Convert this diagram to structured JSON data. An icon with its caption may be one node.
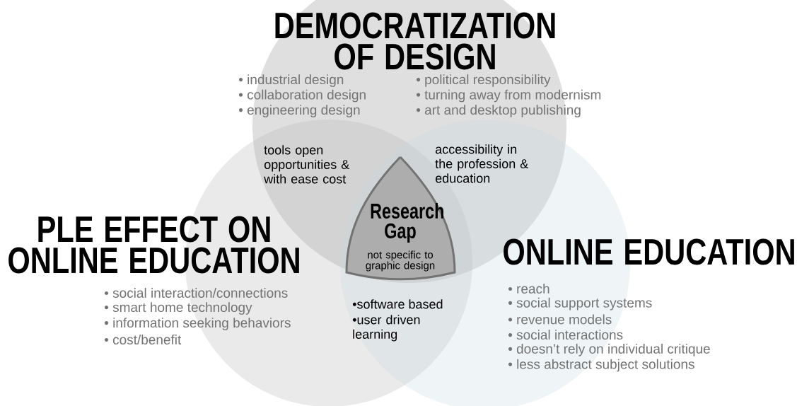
{
  "diagram": {
    "nodes": [
      {
        "text": [
          "DEMOCRATIZATION OF DESIGN",
          "• industrial design",
          "• collaboration design",
          "• engineering design",
          "• political responsibility",
          "• turning away from modernism",
          "• art and desktop publishing"
        ]
      },
      {
        "text": [
          "PLE EFFECT ON ONLINE EDUCATION",
          "• social interaction/connections",
          "• smart home technology",
          "• information seeking behaviors",
          "• cost/benefit"
        ]
      },
      {
        "text": [
          "ONLINE EDUCATION",
          "• reach",
          "• social support systems",
          "• revenue models",
          "• social interactions",
          "• doesn’t rely on individual critique",
          "• less abstract subject solutions"
        ]
      },
      {
        "text": [
          "Research Gap",
          "not specific to graphic design"
        ]
      }
    ],
    "labels": [
      "tools open opportunities & with ease cost",
      "accessibility in the profession & education",
      "•software based",
      "•user driven learning"
    ]
  }
}
